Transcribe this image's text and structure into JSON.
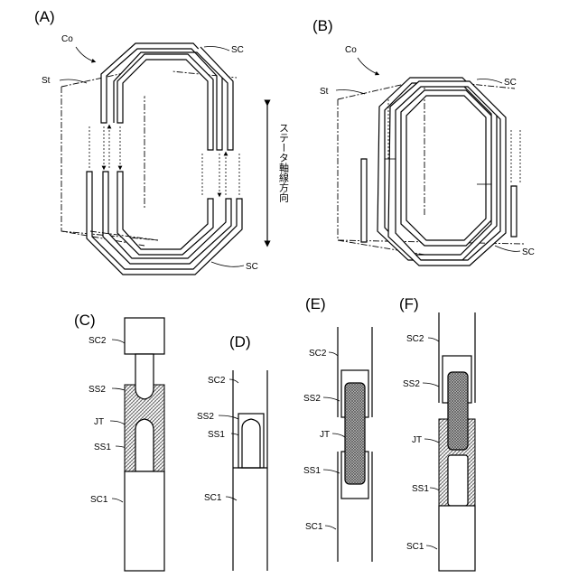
{
  "panels": {
    "A": {
      "label": "(A)",
      "co": "Co",
      "st": "St",
      "sc_top": "SC",
      "sc_bottom": "SC",
      "axis": "ステータ軸線方向"
    },
    "B": {
      "label": "(B)",
      "co": "Co",
      "st": "St",
      "sc_top": "SC",
      "sc_bottom": "SC"
    },
    "C": {
      "label": "(C)",
      "sc2": "SC2",
      "ss2": "SS2",
      "jt": "JT",
      "ss1": "SS1",
      "sc1": "SC1"
    },
    "D": {
      "label": "(D)",
      "sc2": "SC2",
      "ss2": "SS2",
      "ss1": "SS1",
      "sc1": "SC1"
    },
    "E": {
      "label": "(E)",
      "sc2": "SC2",
      "ss2": "SS2",
      "jt": "JT",
      "ss1": "SS1",
      "sc1": "SC1"
    },
    "F": {
      "label": "(F)",
      "sc2": "SC2",
      "ss2": "SS2",
      "jt": "JT",
      "ss1": "SS1",
      "sc1": "SC1"
    }
  },
  "colors": {
    "stroke": "#000000",
    "hatch": "#9a9a9a",
    "background": "#ffffff"
  }
}
